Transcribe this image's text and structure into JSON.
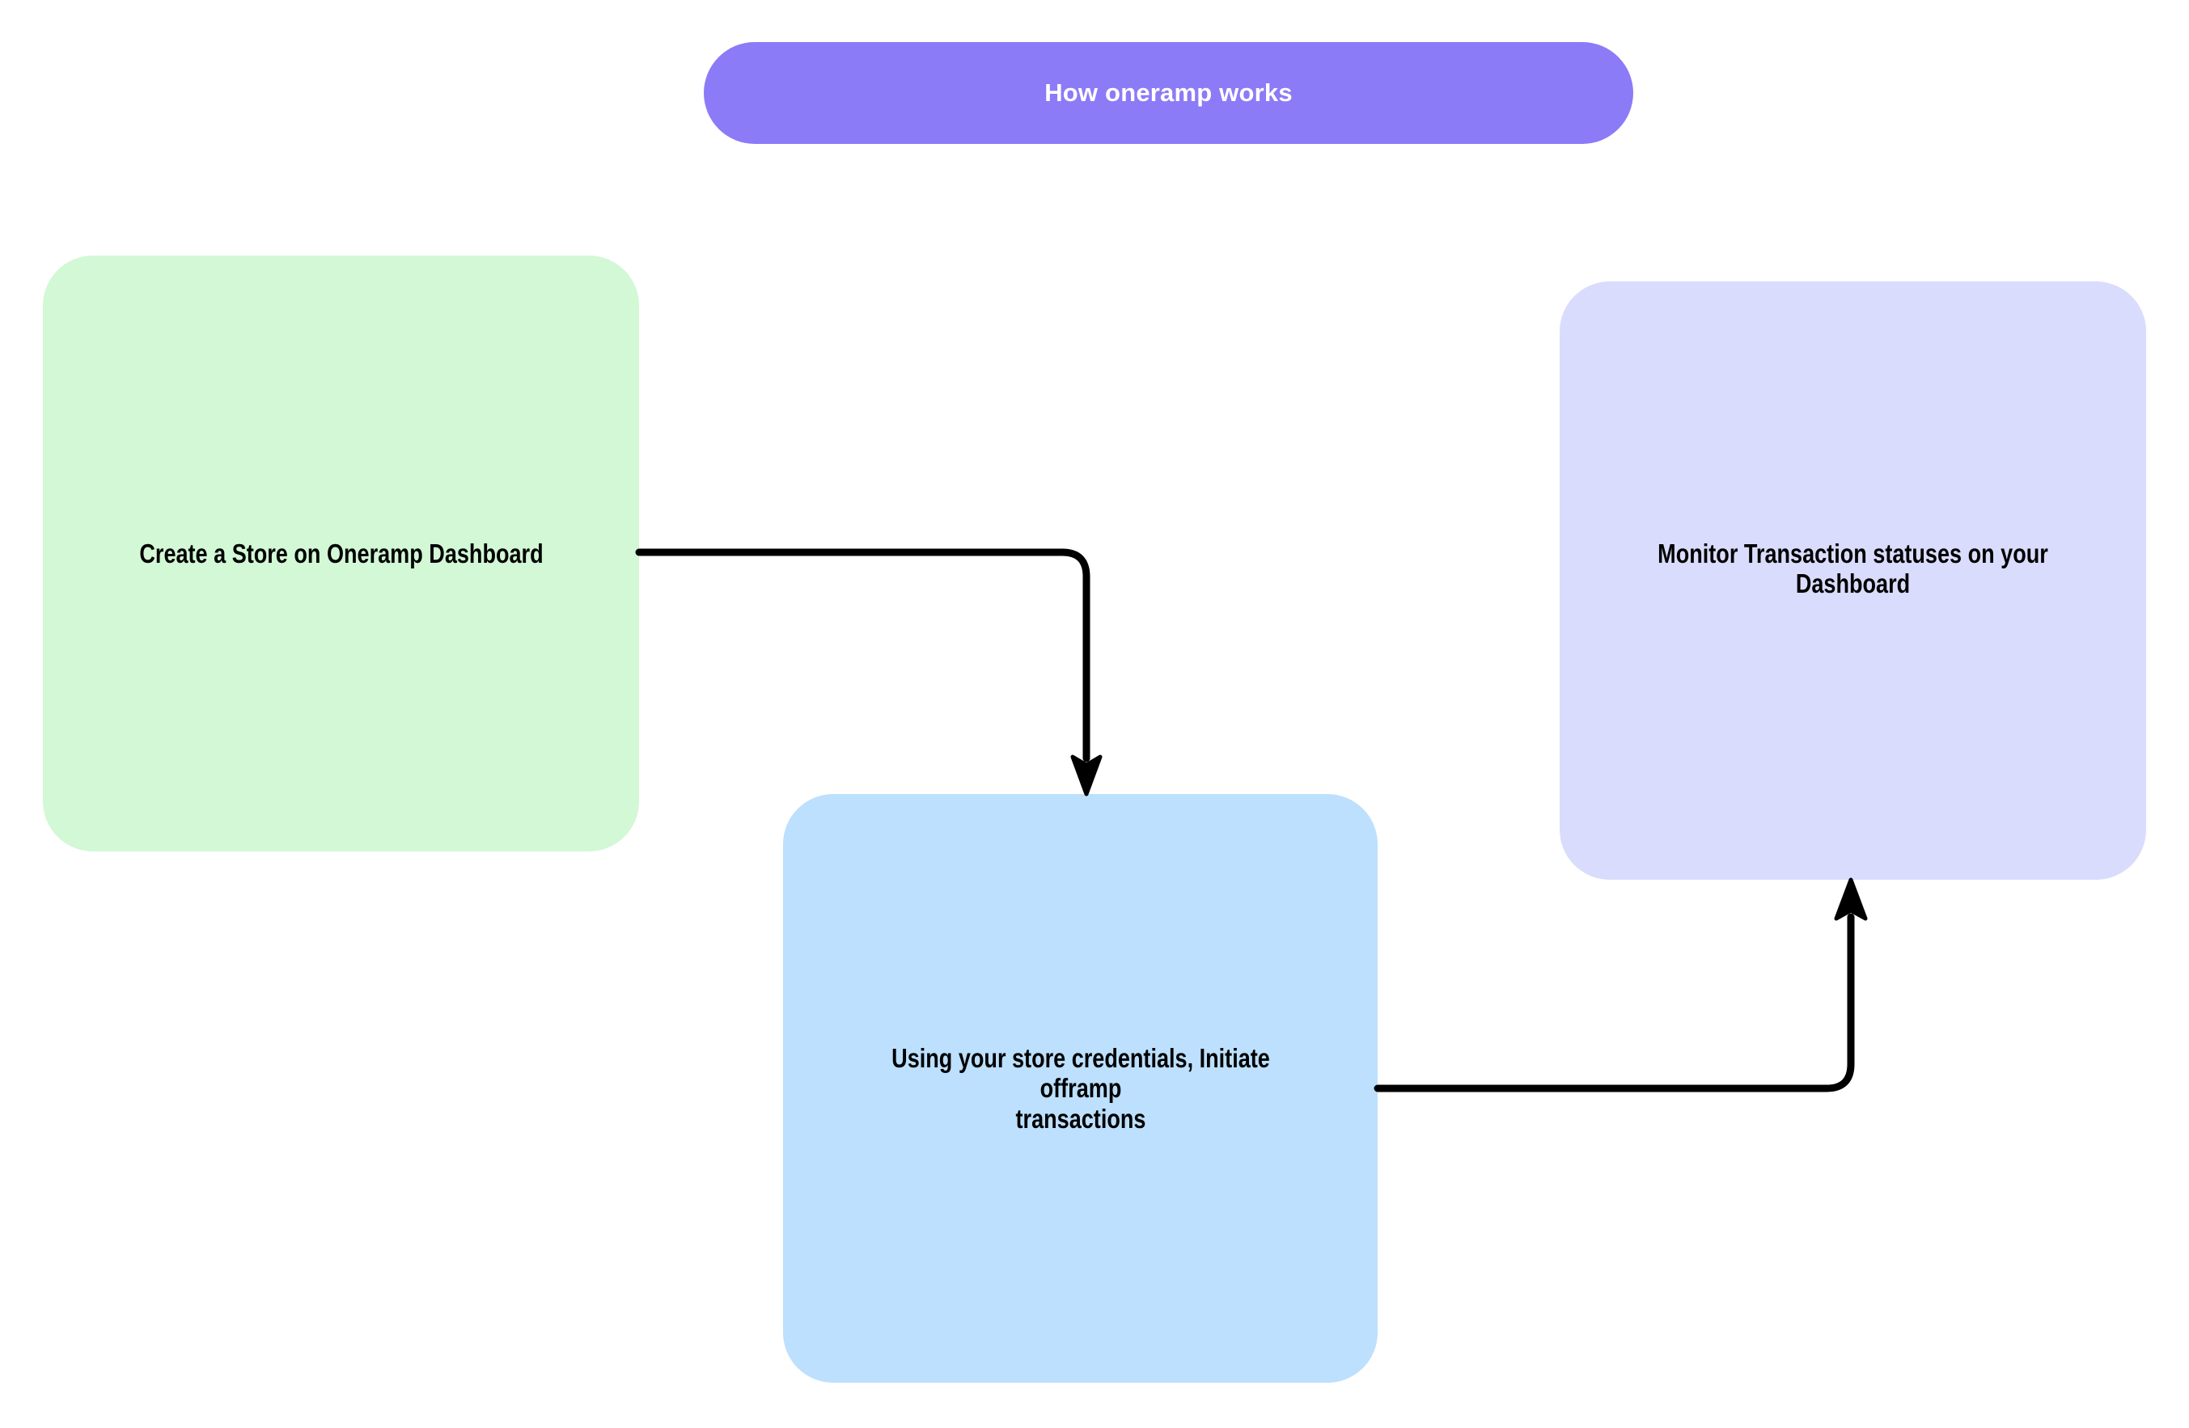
{
  "diagram": {
    "type": "flowchart",
    "background_color": "#FFFFFF",
    "title": {
      "label": "How oneramp works",
      "fill_color": "#8B7BF7",
      "text_color": "#FFFFFF",
      "shape": "pill"
    },
    "nodes": [
      {
        "id": "create-store",
        "label": "Create a Store on Oneramp Dashboard",
        "fill_color": "#D2F8D5",
        "text_color": "#000000",
        "shape": "rounded-square",
        "order": 1
      },
      {
        "id": "initiate-offramp",
        "label": "Using your store credentials, Initiate offramp\ntransactions",
        "fill_color": "#BCE0FD",
        "text_color": "#000000",
        "shape": "rounded-square",
        "order": 2
      },
      {
        "id": "monitor-status",
        "label": "Monitor Transaction statuses on your Dashboard",
        "fill_color": "#DADCFD",
        "text_color": "#000000",
        "shape": "rounded-square",
        "order": 3
      }
    ],
    "edges": [
      {
        "id": "edge-create-store-to-initiate-offramp",
        "from": "create-store",
        "to": "initiate-offramp",
        "label": "",
        "color": "#000000",
        "style": "elbow-arrow",
        "direction": "right-then-down"
      },
      {
        "id": "edge-initiate-offramp-to-monitor-status",
        "from": "initiate-offramp",
        "to": "monitor-status",
        "label": "",
        "color": "#000000",
        "style": "elbow-arrow",
        "direction": "right-then-up"
      }
    ]
  }
}
